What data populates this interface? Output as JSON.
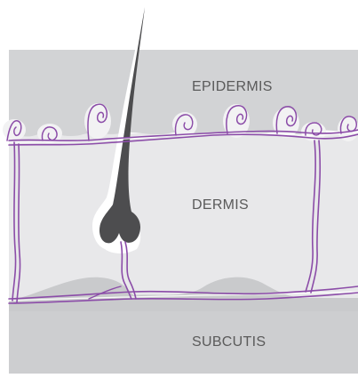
{
  "layers": [
    {
      "id": "epidermis",
      "label": "EPIDERMIS"
    },
    {
      "id": "dermis",
      "label": "DERMIS"
    },
    {
      "id": "subcutis",
      "label": "SUBCUTIS"
    }
  ],
  "colors": {
    "background": "#ffffff",
    "epidermis": "#d2d3d5",
    "dermis": "#e8e8ea",
    "subcutis": "#cdced0",
    "fat_bumps": "#c4c5c7",
    "vessel": "#8b4ca8",
    "vessel_highlight": "#ffffff",
    "hair": "#4d4d4f",
    "label_text": "#5a5a5a"
  },
  "icons": [
    "hair-follicle-icon",
    "capillary-loop-icon",
    "blood-vessel-icon"
  ]
}
